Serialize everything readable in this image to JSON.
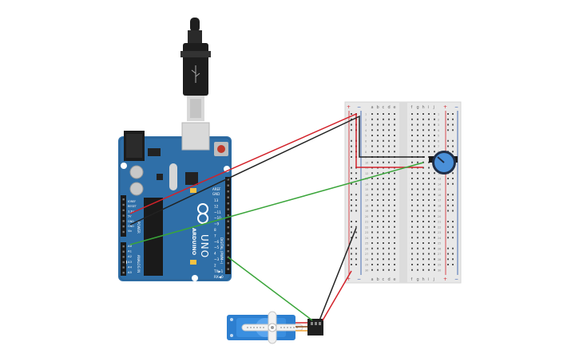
{
  "arduino": {
    "brand": "ARDUINO",
    "model": "UNO",
    "label_aref": "AREF",
    "label_gnd": "GND",
    "label_digital": "DIGITAL (PWM~)",
    "label_power": "POWER",
    "label_analog": "ANALOG IN",
    "digital_pins": [
      "13",
      "12",
      "~11",
      "~10",
      "~9",
      "8",
      "7",
      "~6",
      "~5",
      "4",
      "~3",
      "2",
      "TX▶1",
      "RX◀0"
    ],
    "power_pins": [
      "IOREF",
      "RESET",
      "3.3V",
      "5V",
      "GND",
      "GND",
      "Vin"
    ],
    "analog_pins": [
      "A0",
      "A1",
      "A2",
      "A3",
      "A4",
      "A5"
    ]
  },
  "breadboard": {
    "col_letters_left": [
      "a",
      "b",
      "c",
      "d",
      "e"
    ],
    "col_letters_right": [
      "f",
      "g",
      "h",
      "i",
      "j"
    ],
    "rail_plus": "+",
    "rail_minus": "−",
    "row_count": 30
  },
  "colors": {
    "board": "#2f6fa8",
    "wire_red": "#d3222a",
    "wire_black": "#222222",
    "wire_green": "#3aa53a",
    "breadboard": "#e8e8e8",
    "servo": "#2d7fd0"
  }
}
